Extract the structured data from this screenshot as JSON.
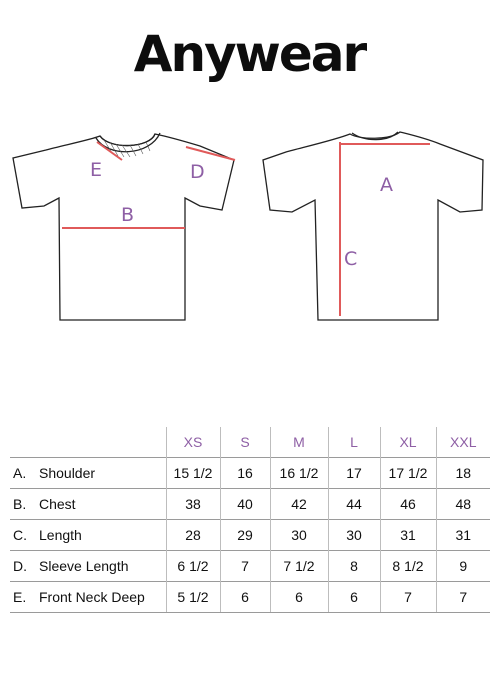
{
  "brand": "Anywear",
  "diagram": {
    "front_labels": [
      "E",
      "D",
      "B"
    ],
    "back_labels": [
      "A",
      "C"
    ],
    "label_color": "#8e5fa5",
    "measure_color": "#e05a5a"
  },
  "table": {
    "sizes": [
      "XS",
      "S",
      "M",
      "L",
      "XL",
      "XXL"
    ],
    "rows": [
      {
        "letter": "A.",
        "name": "Shoulder",
        "values": [
          "15 1/2",
          "16",
          "16 1/2",
          "17",
          "17 1/2",
          "18"
        ]
      },
      {
        "letter": "B.",
        "name": "Chest",
        "values": [
          "38",
          "40",
          "42",
          "44",
          "46",
          "48"
        ]
      },
      {
        "letter": "C.",
        "name": "Length",
        "values": [
          "28",
          "29",
          "30",
          "30",
          "31",
          "31"
        ]
      },
      {
        "letter": "D.",
        "name": "Sleeve Length",
        "values": [
          "6 1/2",
          "7",
          "7 1/2",
          "8",
          "8 1/2",
          "9"
        ]
      },
      {
        "letter": "E.",
        "name": "Front Neck Deep",
        "values": [
          "5 1/2",
          "6",
          "6",
          "6",
          "7",
          "7"
        ]
      }
    ]
  }
}
